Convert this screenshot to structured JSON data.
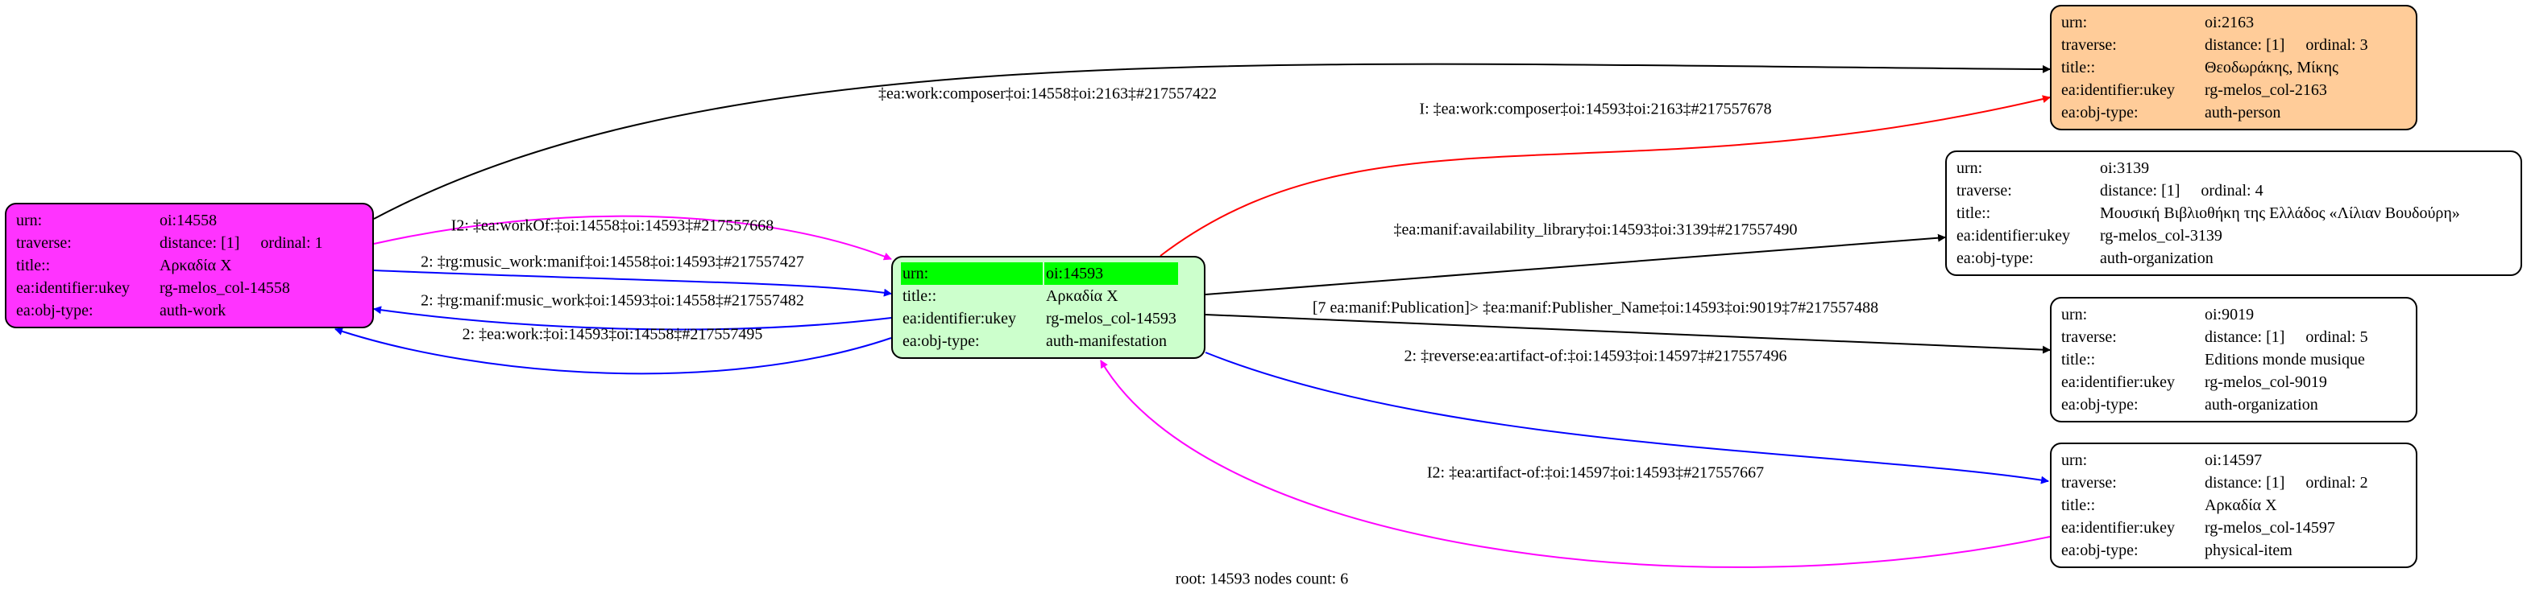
{
  "colors": {
    "work": "#ff33ff",
    "manifestation": "#ccffcc",
    "person": "#ffcc99",
    "highlight": "#00ff00",
    "edge_black": "#000000",
    "edge_blue": "#0000ff",
    "edge_red": "#ff0000",
    "edge_magenta": "#ff00ff"
  },
  "nodes": {
    "n2163": {
      "urn_k": "urn:",
      "urn": "oi:2163",
      "trav_k": "traverse:",
      "distance": "distance: [1]",
      "ordinal": "ordinal: 3",
      "title_k": "title::",
      "title": "Θεοδωράκης, Μίκης",
      "id_k": "ea:identifier:ukey",
      "id": "rg-melos_col-2163",
      "type_k": "ea:obj-type:",
      "type": "auth-person"
    },
    "n3139": {
      "urn_k": "urn:",
      "urn": "oi:3139",
      "trav_k": "traverse:",
      "distance": "distance: [1]",
      "ordinal": "ordinal: 4",
      "title_k": "title::",
      "title": "Μουσική Βιβλιοθήκη της Ελλάδος «Λίλιαν Βουδούρη»",
      "id_k": "ea:identifier:ukey",
      "id": "rg-melos_col-3139",
      "type_k": "ea:obj-type:",
      "type": "auth-organization"
    },
    "n9019": {
      "urn_k": "urn:",
      "urn": "oi:9019",
      "trav_k": "traverse:",
      "distance": "distance: [1]",
      "ordinal": "ordinal: 5",
      "title_k": "title::",
      "title": "Editions monde musique",
      "id_k": "ea:identifier:ukey",
      "id": "rg-melos_col-9019",
      "type_k": "ea:obj-type:",
      "type": "auth-organization"
    },
    "n14597": {
      "urn_k": "urn:",
      "urn": "oi:14597",
      "trav_k": "traverse:",
      "distance": "distance: [1]",
      "ordinal": "ordinal: 2",
      "title_k": "title::",
      "title": "Αρκαδία Χ",
      "id_k": "ea:identifier:ukey",
      "id": "rg-melos_col-14597",
      "type_k": "ea:obj-type:",
      "type": "physical-item"
    },
    "n14558": {
      "urn_k": "urn:",
      "urn": "oi:14558",
      "trav_k": "traverse:",
      "distance": "distance: [1]",
      "ordinal": "ordinal: 1",
      "title_k": "title::",
      "title": "Αρκαδία Χ",
      "id_k": "ea:identifier:ukey",
      "id": "rg-melos_col-14558",
      "type_k": "ea:obj-type:",
      "type": "auth-work"
    },
    "n14593": {
      "urn_k": "urn:",
      "urn": "oi:14593",
      "title_k": "title::",
      "title": "Αρκαδία Χ",
      "id_k": "ea:identifier:ukey",
      "id": "rg-melos_col-14593",
      "type_k": "ea:obj-type:",
      "type": "auth-manifestation"
    }
  },
  "edges": {
    "e1": "‡ea:work:composer‡oi:14558‡oi:2163‡#217557422",
    "e2": "I: ‡ea:work:composer‡oi:14593‡oi:2163‡#217557678",
    "e3": "I2: ‡ea:workOf:‡oi:14558‡oi:14593‡#217557668",
    "e4": "2: ‡rg:music_work:manif‡oi:14558‡oi:14593‡#217557427",
    "e5": "2: ‡rg:manif:music_work‡oi:14593‡oi:14558‡#217557482",
    "e6": "2: ‡ea:work:‡oi:14593‡oi:14558‡#217557495",
    "e7": "‡ea:manif:availability_library‡oi:14593‡oi:3139‡#217557490",
    "e8": "[7 ea:manif:Publication]> ‡ea:manif:Publisher_Name‡oi:14593‡oi:9019‡7#217557488",
    "e9": "2: ‡reverse:ea:artifact-of:‡oi:14593‡oi:14597‡#217557496",
    "e10": "I2: ‡ea:artifact-of:‡oi:14597‡oi:14593‡#217557667"
  },
  "footer": "root: 14593 nodes count: 6"
}
